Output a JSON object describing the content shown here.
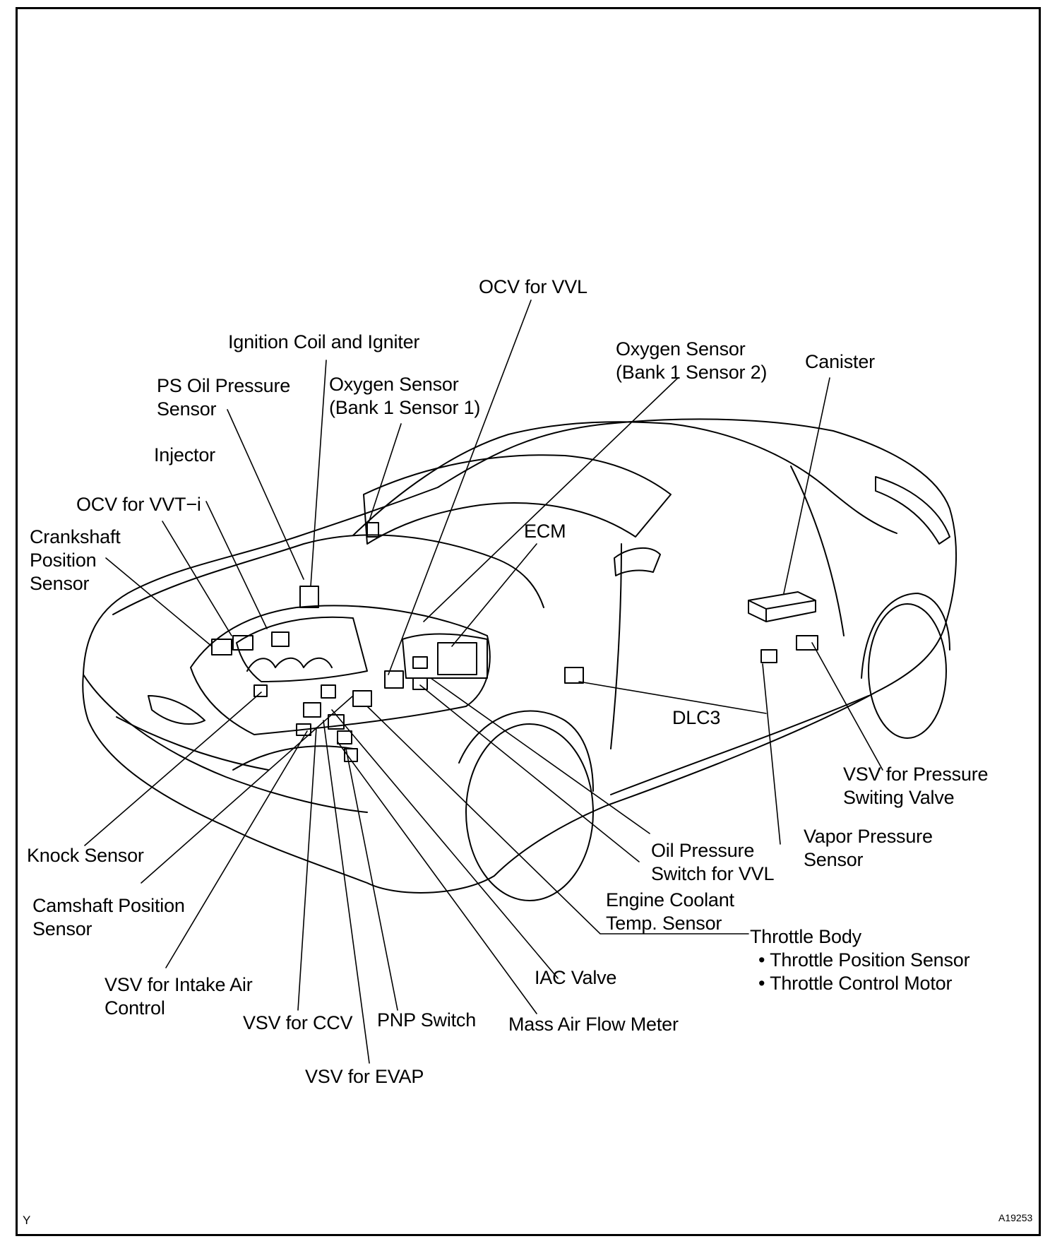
{
  "diagram": {
    "labels": {
      "ocv_vvl": "OCV for VVL",
      "ignition_coil": "Ignition Coil and Igniter",
      "oxygen_b1s2_line1": "Oxygen Sensor",
      "oxygen_b1s2_line2": "(Bank 1 Sensor 2)",
      "canister": "Canister",
      "ps_oil_line1": "PS Oil Pressure",
      "ps_oil_line2": "Sensor",
      "oxygen_b1s1_line1": "Oxygen Sensor",
      "oxygen_b1s1_line2": "(Bank 1 Sensor 1)",
      "injector": "Injector",
      "ocv_vvti": "OCV for VVT−i",
      "ecm": "ECM",
      "crankshaft_line1": "Crankshaft",
      "crankshaft_line2": "Position",
      "crankshaft_line3": "Sensor",
      "dlc3": "DLC3",
      "vsv_pressure_line1": "VSV for Pressure",
      "vsv_pressure_line2": "Switing Valve",
      "vapor_line1": "Vapor Pressure",
      "vapor_line2": "Sensor",
      "knock_sensor": "Knock Sensor",
      "oil_pressure_line1": "Oil Pressure",
      "oil_pressure_line2": "Switch for VVL",
      "camshaft_line1": "Camshaft Position",
      "camshaft_line2": "Sensor",
      "coolant_line1": "Engine Coolant",
      "coolant_line2": "Temp. Sensor",
      "throttle_body": "Throttle Body",
      "throttle_position": "• Throttle Position Sensor",
      "throttle_motor": "• Throttle Control Motor",
      "vsv_intake_line1": "VSV for Intake Air",
      "vsv_intake_line2": "Control",
      "iac_valve": "IAC Valve",
      "vsv_ccv": "VSV for CCV",
      "pnp_switch": "PNP Switch",
      "maf": "Mass Air Flow Meter",
      "vsv_evap": "VSV for EVAP"
    },
    "corner_left": "Y",
    "corner_right": "A19253"
  }
}
